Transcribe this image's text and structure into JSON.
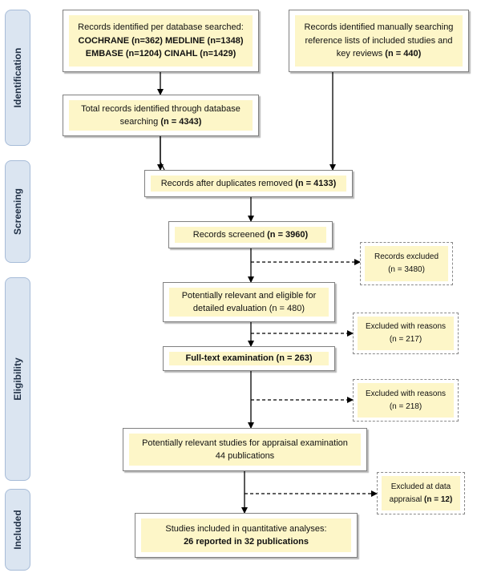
{
  "phases": {
    "identification": "Identification",
    "screening": "Screening",
    "eligibility": "Eligibility",
    "included": "Included"
  },
  "boxes": {
    "database": {
      "line1": "Records identified per database searched:",
      "line2": "COCHRANE (n=362) MEDLINE (n=1348)",
      "line3": "EMBASE (n=1204) CINAHL (n=1429)"
    },
    "manual": {
      "line1": "Records identified manually searching",
      "line2": "reference lists of included studies and",
      "line3_text": "key reviews ",
      "line3_count": "(n = 440)"
    },
    "total": {
      "line1": "Total records identified through database",
      "line2_text": "searching ",
      "line2_count": "(n = 4343)"
    },
    "duplicates": {
      "text": "Records after duplicates removed ",
      "count": "(n = 4133)"
    },
    "screened": {
      "text": "Records screened ",
      "count": "(n = 3960)"
    },
    "excluded_records": {
      "line1": "Records excluded",
      "line2": "(n = 3480)"
    },
    "relevant": {
      "line1": "Potentially relevant and eligible for",
      "line2": "detailed evaluation (n = 480)"
    },
    "excluded_reasons_1": {
      "line1": "Excluded with reasons",
      "line2": "(n = 217)"
    },
    "fulltext": {
      "text": "Full-text examination (n = 263)"
    },
    "excluded_reasons_2": {
      "line1": "Excluded with reasons",
      "line2": "(n = 218)"
    },
    "appraisal": {
      "line1": "Potentially relevant studies for appraisal examination",
      "line2": "44 publications"
    },
    "excluded_appraisal": {
      "line1": "Excluded at data",
      "line2_text": "appraisal ",
      "line2_count": "(n = 12)"
    },
    "included": {
      "line1": "Studies included in quantitative analyses:",
      "line2": "26 reported in 32 publications"
    }
  },
  "colors": {
    "phase_fill": "#dbe5f1",
    "box_fill": "#fdf6c8",
    "arrow": "#000000"
  }
}
